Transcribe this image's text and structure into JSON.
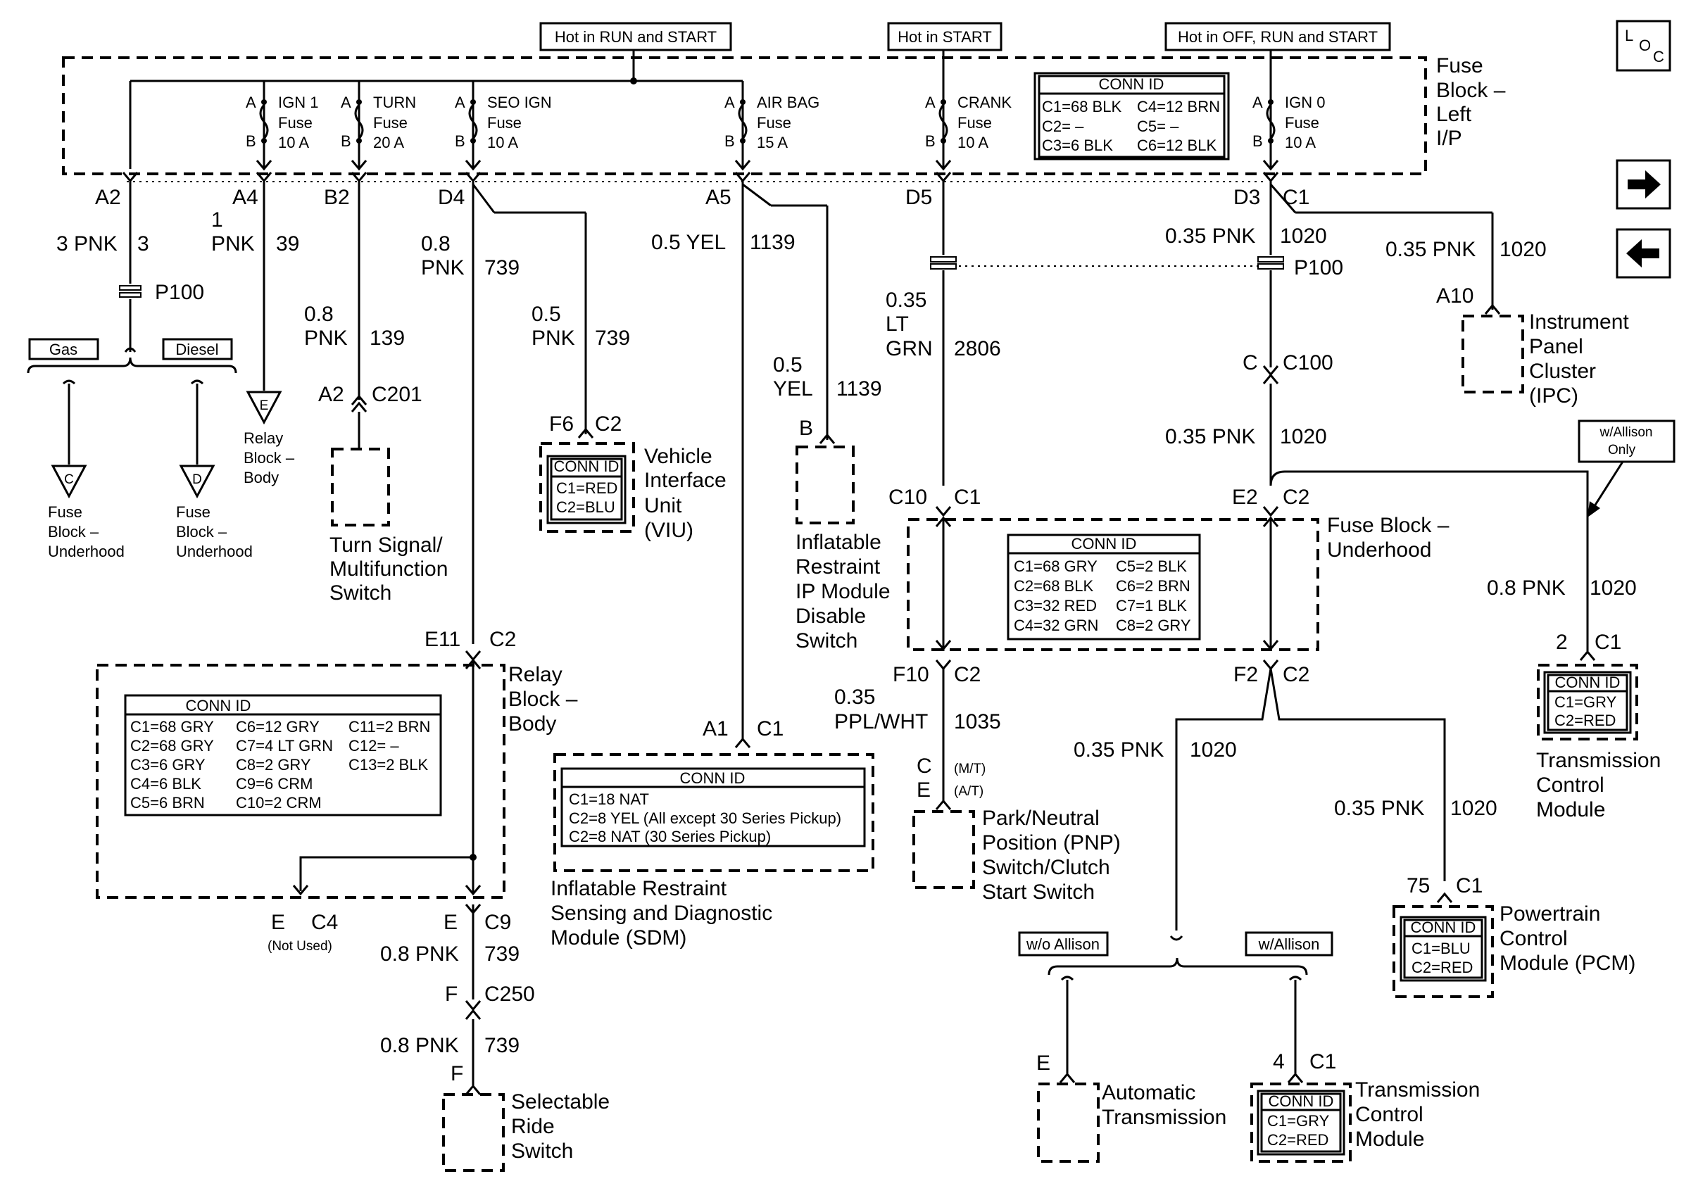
{
  "hot_labels": {
    "run_start": "Hot in RUN and START",
    "start": "Hot in START",
    "off_run_start": "Hot in OFF, RUN and START"
  },
  "loc_icon": "LOC",
  "nav": {
    "next_icon": "arrow-right-icon",
    "prev_icon": "arrow-left-icon"
  },
  "fuse_block_left": {
    "title": [
      "Fuse",
      "Block –",
      "Left",
      "I/P"
    ]
  },
  "fuses": [
    {
      "a": "A",
      "b": "B",
      "name": "IGN 1",
      "word": "Fuse",
      "amp": "10 A"
    },
    {
      "a": "A",
      "b": "B",
      "name": "TURN",
      "word": "Fuse",
      "amp": "20 A"
    },
    {
      "a": "A",
      "b": "B",
      "name": "SEO IGN",
      "word": "Fuse",
      "amp": "10 A"
    },
    {
      "a": "A",
      "b": "B",
      "name": "AIR BAG",
      "word": "Fuse",
      "amp": "15 A"
    },
    {
      "a": "A",
      "b": "B",
      "name": "CRANK",
      "word": "Fuse",
      "amp": "10 A"
    },
    {
      "a": "A",
      "b": "B",
      "name": "IGN 0",
      "word": "Fuse",
      "amp": "10 A"
    }
  ],
  "conn_left_ip": {
    "title": "CONN ID",
    "rows": [
      [
        "C1=68 BLK",
        "C4=12 BRN"
      ],
      [
        "C2=  –",
        "C5=  –"
      ],
      [
        "C3=6 BLK",
        "C6=12 BLK"
      ]
    ]
  },
  "pins_top": {
    "a2": "A2",
    "a4": "A4",
    "b2": "B2",
    "d4": "D4",
    "a5": "A5",
    "d5": "D5",
    "d3": "D3",
    "c1": "C1"
  },
  "wires": {
    "a2_color": "3 PNK",
    "a2_ckt": "3",
    "a4_size": "1",
    "a4_color": "PNK",
    "a4_ckt": "39",
    "b2_size": "0.8",
    "b2_color": "PNK",
    "b2_ckt": "139",
    "d4_size": "0.8",
    "d4_color": "PNK",
    "d4_ckt": "739",
    "viu_size": "0.5",
    "viu_color": "PNK",
    "viu_ckt": "739",
    "a5_color": "0.5 YEL",
    "a5_ckt": "1139",
    "dis_size": "0.5",
    "dis_color": "YEL",
    "dis_ckt": "1139",
    "d5_size": "0.35",
    "d5_color1": "LT",
    "d5_color2": "GRN",
    "d5_ckt": "2806",
    "d3_color": "0.35 PNK",
    "d3_ckt": "1020",
    "ipc_color": "0.35 PNK",
    "ipc_ckt": "1020",
    "c100_color": "0.35 PNK",
    "c100_ckt": "1020",
    "tcm_right_color": "0.8 PNK",
    "tcm_right_ckt": "1020",
    "pnp_size": "0.35",
    "pnp_color": "PPL/WHT",
    "pnp_ckt": "1035",
    "f2_left_color": "0.35 PNK",
    "f2_left_ckt": "1020",
    "pcm_color": "0.35 PNK",
    "pcm_ckt": "1020",
    "c9_color": "0.8 PNK",
    "c9_ckt": "739",
    "c250_color": "0.8 PNK",
    "c250_ckt": "739"
  },
  "splices": {
    "p100_left": "P100",
    "p100_right": "P100"
  },
  "options": {
    "gas": "Gas",
    "diesel": "Diesel",
    "wo_allison": "w/o Allison",
    "w_allison": "w/Allison",
    "w_allison_only": [
      "w/Allison",
      "Only"
    ]
  },
  "refs": {
    "c": "C",
    "d": "D",
    "e": "E",
    "fuse_underhood_c": [
      "Fuse",
      "Block –",
      "Underhood"
    ],
    "fuse_underhood_d": [
      "Fuse",
      "Block –",
      "Underhood"
    ],
    "relay_body": [
      "Relay",
      "Block –",
      "Body"
    ]
  },
  "turn_switch": {
    "pin": "A2",
    "conn": "C201",
    "label": [
      "Turn Signal/",
      "Multifunction",
      "Switch"
    ]
  },
  "viu": {
    "pin": "F6",
    "conn": "C2",
    "conn_id": [
      "CONN ID",
      "C1=RED",
      "C2=BLU"
    ],
    "label": [
      "Vehicle",
      "Interface",
      "Unit",
      "(VIU)"
    ]
  },
  "disable_switch": {
    "pin": "B",
    "label": [
      "Inflatable",
      "Restraint",
      "IP Module",
      "Disable",
      "Switch"
    ]
  },
  "ipc": {
    "pin": "A10",
    "label": [
      "Instrument",
      "Panel",
      "Cluster",
      "(IPC)"
    ]
  },
  "c100": {
    "pin": "C",
    "conn": "C100"
  },
  "fuse_underhood": {
    "title": [
      "Fuse Block –",
      "Underhood"
    ],
    "pin_c10": "C10",
    "conn_c1": "C1",
    "pin_e2": "E2",
    "conn_e2": "C2",
    "pin_f10": "F10",
    "conn_f10": "C2",
    "pin_f2": "F2",
    "conn_f2": "C2",
    "conn_id": {
      "title": "CONN ID",
      "rows": [
        [
          "C1=68 GRY",
          "C5=2 BLK"
        ],
        [
          "C2=68 BLK",
          "C6=2 BRN"
        ],
        [
          "C3=32 RED",
          "C7=1 BLK"
        ],
        [
          "C4=32 GRN",
          "C8=2 GRY"
        ]
      ]
    }
  },
  "relay_block": {
    "title": [
      "Relay",
      "Block –",
      "Body"
    ],
    "pin_e11": "E11",
    "conn_e11": "C2",
    "pin_e4": "E",
    "conn_c4": "C4",
    "not_used": "(Not Used)",
    "pin_e9": "E",
    "conn_c9": "C9",
    "conn_id": {
      "title": "CONN ID",
      "rows": [
        [
          "C1=68 GRY",
          "C6=12 GRY",
          "C11=2 BRN"
        ],
        [
          "C2=68 GRY",
          "C7=4 LT GRN",
          "C12=   –"
        ],
        [
          "C3=6 GRY",
          "C8=2 GRY",
          "C13=2 BLK"
        ],
        [
          "C4=6 BLK",
          "C9=6 CRM",
          ""
        ],
        [
          "C5=6 BRN",
          "C10=2 CRM",
          ""
        ]
      ]
    }
  },
  "sdm": {
    "pin": "A1",
    "conn": "C1",
    "conn_id": {
      "title": "CONN ID",
      "rows": [
        "C1=18 NAT",
        "C2=8 YEL (All except 30 Series Pickup)",
        "C2=8 NAT (30 Series  Pickup)"
      ]
    },
    "label": [
      "Inflatable Restraint",
      "Sensing and Diagnostic",
      "Module (SDM)"
    ]
  },
  "pnp": {
    "pin_c": "C",
    "pin_e": "E",
    "mt": "(M/T)",
    "at": "(A/T)",
    "label": [
      "Park/Neutral",
      "Position (PNP)",
      "Switch/Clutch",
      "Start Switch"
    ]
  },
  "c250": {
    "pin_f": "F",
    "conn": "C250",
    "pin_f2": "F"
  },
  "srs_switch": {
    "label": [
      "Selectable",
      "Ride",
      "Switch"
    ]
  },
  "tcm_right": {
    "pin": "2",
    "conn": "C1",
    "conn_id": [
      "CONN ID",
      "C1=GRY",
      "C2=RED"
    ],
    "label": [
      "Transmission",
      "Control",
      "Module"
    ]
  },
  "pcm": {
    "pin": "75",
    "conn": "C1",
    "conn_id": [
      "CONN ID",
      "C1=BLU",
      "C2=RED"
    ],
    "label": [
      "Powertrain",
      "Control",
      "Module (PCM)"
    ]
  },
  "auto_trans": {
    "pin": "E",
    "label": [
      "Automatic",
      "Transmission"
    ]
  },
  "tcm_bottom": {
    "pin": "4",
    "conn": "C1",
    "conn_id": [
      "CONN ID",
      "C1=GRY",
      "C2=RED"
    ],
    "label": [
      "Transmission",
      "Control",
      "Module"
    ]
  }
}
